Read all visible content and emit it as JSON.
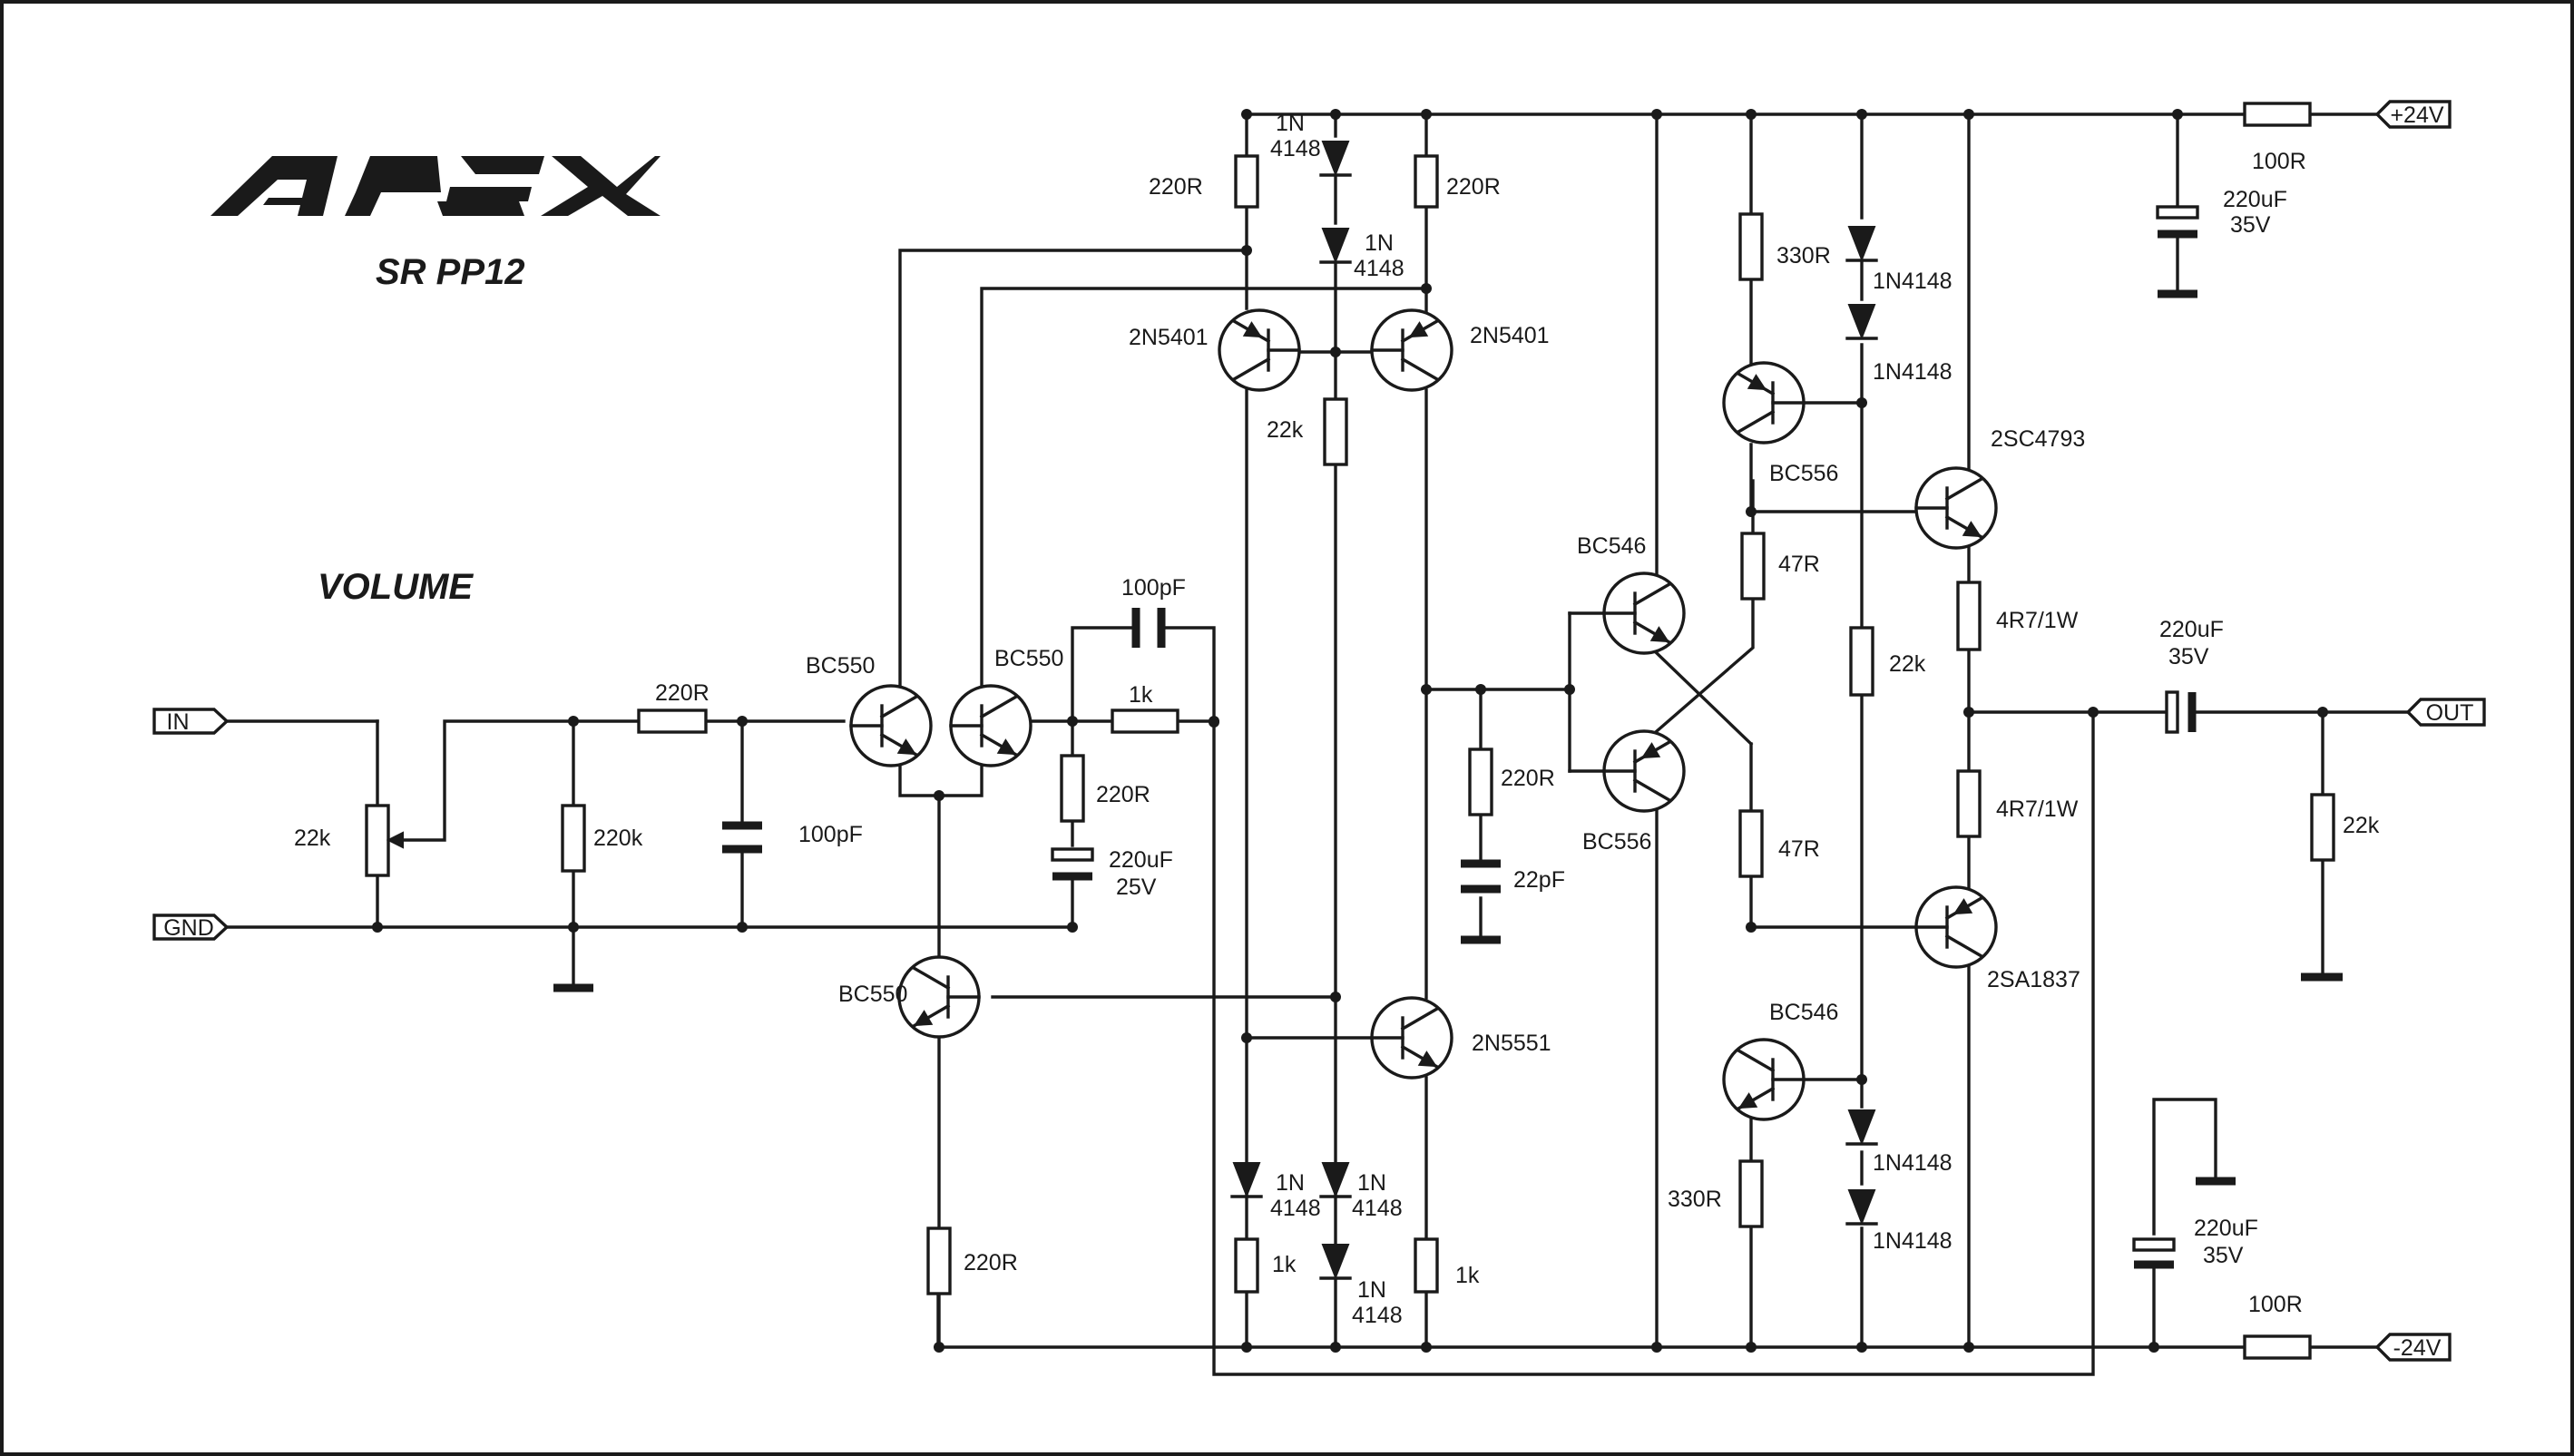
{
  "brand": "APEX",
  "model": "SR PP12",
  "volume_label": "VOLUME",
  "ports": {
    "in": "IN",
    "gnd": "GND",
    "out": "OUT",
    "vpos": "+24V",
    "vneg": "-24V"
  },
  "transistors": [
    {
      "id": "Q1",
      "part": "BC550"
    },
    {
      "id": "Q2",
      "part": "BC550"
    },
    {
      "id": "Q3",
      "part": "BC550"
    },
    {
      "id": "Q4",
      "part": "2N5401"
    },
    {
      "id": "Q5",
      "part": "2N5401"
    },
    {
      "id": "Q6",
      "part": "2N5551"
    },
    {
      "id": "Q7",
      "part": "BC546"
    },
    {
      "id": "Q8",
      "part": "BC556"
    },
    {
      "id": "Q9",
      "part": "BC556"
    },
    {
      "id": "Q10",
      "part": "BC546"
    },
    {
      "id": "Q11",
      "part": "2SC4793"
    },
    {
      "id": "Q12",
      "part": "2SA1837"
    }
  ],
  "resistors": {
    "pot": "22k",
    "r_in": "220R",
    "r_bias": "220k",
    "r_fb_series": "1k",
    "r_fb_gnd": "220R",
    "r_q3_emit": "220R",
    "r_top_left": "220R",
    "r_top_right": "220R",
    "r_mid": "22k",
    "r_bot_left": "1k",
    "r_bot_right": "1k",
    "r_vas": "220R",
    "r_top_vbe": "330R",
    "r_47_top": "47R",
    "r_47_bot": "47R",
    "r_bot_vbe": "330R",
    "r_mid_right": "22k",
    "r_emit_top": "4R7/1W",
    "r_emit_bot": "4R7/1W",
    "r_out_load": "22k",
    "r_rail_pos": "100R",
    "r_rail_neg": "100R"
  },
  "capacitors": {
    "c_in": "100pF",
    "c_fb": "100pF",
    "c_fb_elec": "220uF",
    "c_fb_elec_v": "25V",
    "c_comp": "22pF",
    "c_out": "220uF",
    "c_out_v": "35V",
    "c_rail_pos": "220uF",
    "c_rail_pos_v": "35V",
    "c_rail_neg": "220uF",
    "c_rail_neg_v": "35V"
  },
  "diodes": {
    "top_a": [
      "1N",
      "4148"
    ],
    "top_b": [
      "1N",
      "4148"
    ],
    "bot_a": [
      "1N",
      "4148"
    ],
    "bot_b": [
      "1N",
      "4148"
    ],
    "bot_c": [
      "1N",
      "4148"
    ],
    "right_1": "1N4148",
    "right_2": "1N4148",
    "right_3": "1N4148",
    "right_4": "1N4148"
  }
}
